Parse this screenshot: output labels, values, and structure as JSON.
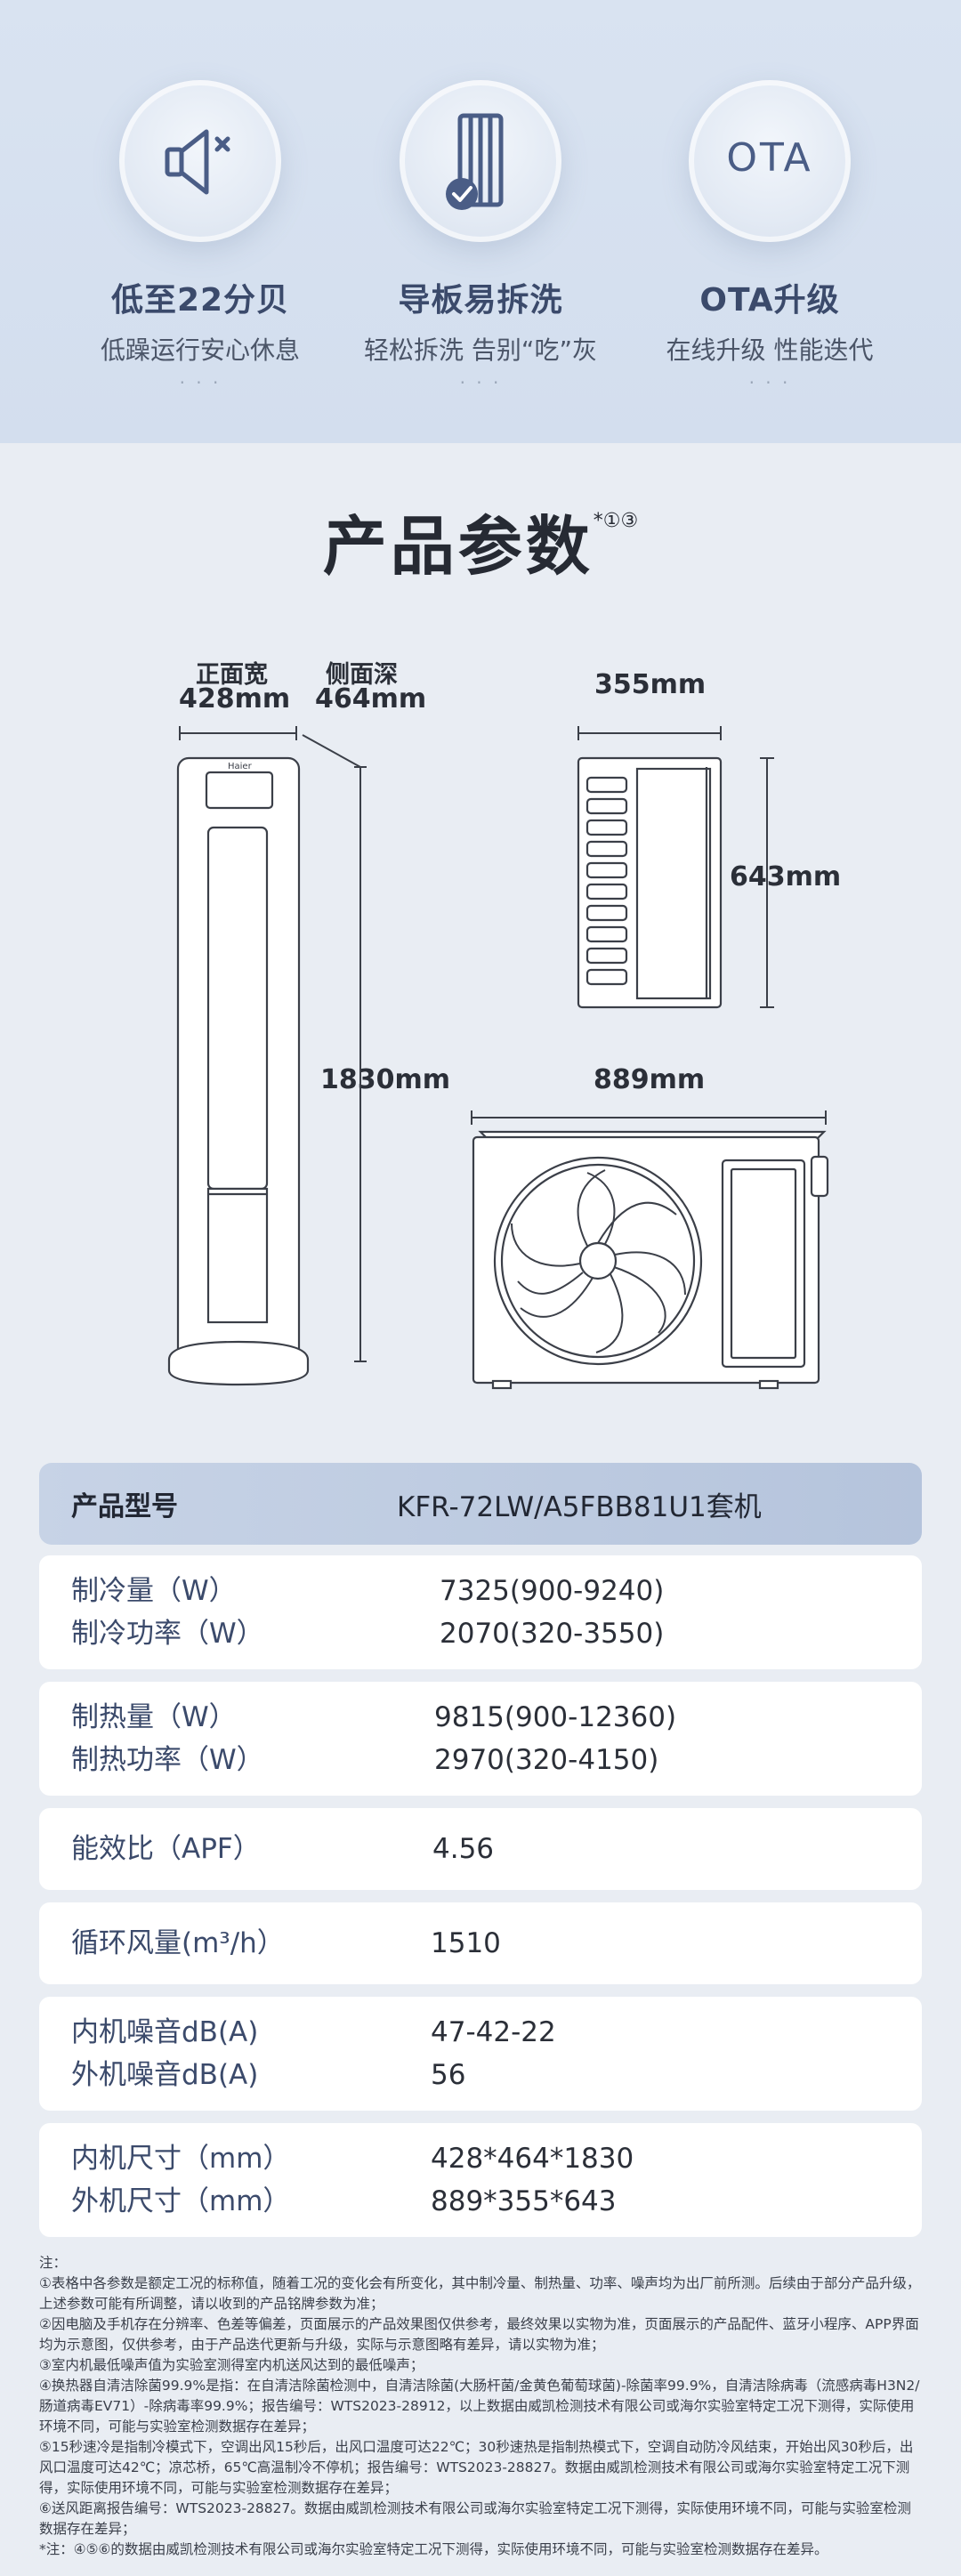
{
  "features": [
    {
      "icon": "mute-speaker-icon",
      "title": "低至22分贝",
      "sub": "低躁运行安心休息",
      "dots": "· · ·"
    },
    {
      "icon": "removable-panel-icon",
      "title": "导板易拆洗",
      "sub": "轻松拆洗 告别“吃”灰",
      "dots": "· · ·"
    },
    {
      "icon": "ota-badge-icon",
      "icon_text": "OTA",
      "title": "OTA升级",
      "sub": "在线升级 性能迭代",
      "dots": "· · ·"
    }
  ],
  "section_title": "产品参数",
  "section_title_note": "*①③",
  "dimensions": {
    "front_width_label": "正面宽",
    "front_width": "428mm",
    "side_depth_label": "侧面深",
    "side_depth": "464mm",
    "indoor_height": "1830mm",
    "outdoor_depth": "355mm",
    "outdoor_side_height": "643mm",
    "outdoor_width": "889mm",
    "brand": "Haier"
  },
  "table": {
    "header": {
      "key": "产品型号",
      "value": "KFR-72LW/A5FBB81U1套机"
    },
    "rows": [
      {
        "keys": [
          "制冷量（W）",
          "制冷功率（W）"
        ],
        "values": [
          "7325(900-9240)",
          "2070(320-3550)"
        ]
      },
      {
        "keys": [
          "制热量（W）",
          "制热功率（W）"
        ],
        "values": [
          "9815(900-12360)",
          "2970(320-4150)"
        ]
      },
      {
        "keys": [
          "能效比（APF）"
        ],
        "values": [
          "4.56"
        ]
      },
      {
        "keys": [
          "循环风量(m³/h）"
        ],
        "values": [
          "1510"
        ]
      },
      {
        "keys": [
          "内机噪音dB(A)",
          "外机噪音dB(A)"
        ],
        "values": [
          "47-42-22",
          "56"
        ]
      },
      {
        "keys": [
          "内机尺寸（mm）",
          "外机尺寸（mm）"
        ],
        "values": [
          "428*464*1830",
          "889*355*643"
        ]
      }
    ]
  },
  "notes": [
    "注：",
    "①表格中各参数是额定工况的标称值，随着工况的变化会有所变化，其中制冷量、制热量、功率、噪声均为出厂前所测。后续由于部分产品升级，上述参数可能有所调整，请以收到的产品铭牌参数为准；",
    "②因电脑及手机存在分辨率、色差等偏差，页面展示的产品效果图仅供参考，最终效果以实物为准，页面展示的产品配件、蓝牙小程序、APP界面均为示意图，仅供参考，由于产品迭代更新与升级，实际与示意图略有差异，请以实物为准；",
    "③室内机最低噪声值为实验室测得室内机送风达到的最低噪声；",
    "④换热器自清洁除菌99.9%是指：在自清洁除菌检测中，自清洁除菌(大肠杆菌/金黄色葡萄球菌)-除菌率99.9%，自清洁除病毒（流感病毒H3N2/肠道病毒EV71）-除病毒率99.9%；报告编号：WTS2023-28912，以上数据由威凯检测技术有限公司或海尔实验室特定工况下测得，实际使用环境不同，可能与实验室检测数据存在差异；",
    "⑤15秒速冷是指制冷模式下，空调出风15秒后，出风口温度可达22℃；30秒速热是指制热模式下，空调自动防冷风结束，开始出风30秒后，出风口温度可达42℃；凉芯桥，65℃高温制冷不停机；报告编号：WTS2023-28827。数据由威凯检测技术有限公司或海尔实验室特定工况下测得，实际使用环境不同，可能与实验室检测数据存在差异；",
    "⑥送风距离报告编号：WTS2023-28827。数据由威凯检测技术有限公司或海尔实验室特定工况下测得，实际使用环境不同，可能与实验室检测数据存在差异；",
    "*注：④⑤⑥的数据由威凯检测技术有限公司或海尔实验室特定工况下测得，实际使用环境不同，可能与实验室检测数据存在差异。"
  ]
}
